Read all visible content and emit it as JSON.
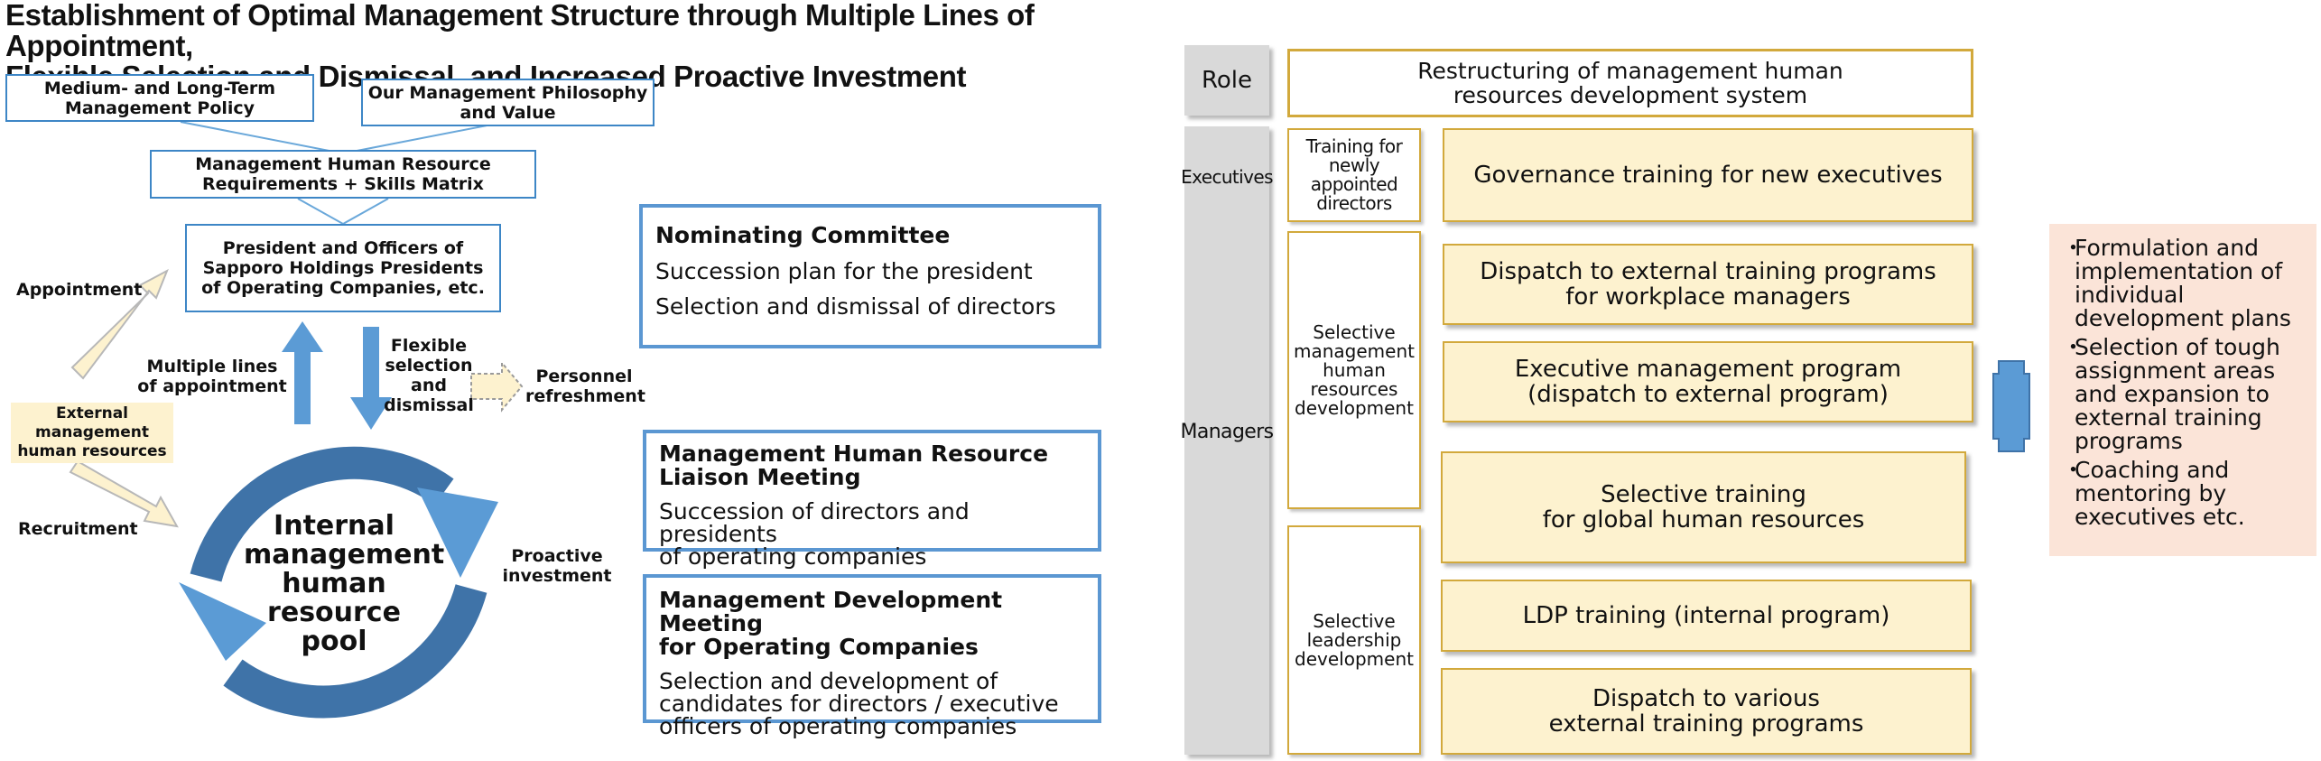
{
  "left": {
    "title": "Establishment of Optimal Management Structure through Multiple Lines of Appointment,\nFlexible Selection and Dismissal, and Increased Proactive Investment",
    "policy_box": "Medium- and Long-Term\nManagement Policy",
    "philosophy_box": "Our Management Philosophy\nand Value",
    "requirements_box": "Management Human Resource\nRequirements + Skills Matrix",
    "officers_box": "President and Officers of\nSapporo Holdings Presidents\nof Operating Companies, etc.",
    "appointment_label": "Appointment",
    "external_label": "External management\nhuman resources",
    "recruitment_label": "Recruitment",
    "multiple_lines_label": "Multiple lines\nof appointment",
    "flexible_label": "Flexible\nselection\nand\ndismissal",
    "personnel_label": "Personnel\nrefreshment",
    "pool_label": "Internal\nmanagement\nhuman\nresource\npool",
    "proactive_label": "Proactive\ninvestment",
    "panels": [
      {
        "heading": "Nominating Committee",
        "lines": [
          "Succession plan for the president",
          "Selection and dismissal of directors"
        ]
      },
      {
        "heading": "Management Human Resource\nLiaison Meeting",
        "lines": [
          "Succession of directors and presidents\nof operating companies"
        ]
      },
      {
        "heading": "Management Development Meeting\nfor Operating Companies",
        "lines": [
          "Selection and development of\ncandidates for directors / executive\nofficers of operating companies"
        ]
      }
    ],
    "colors": {
      "accent_blue": "#3d86c6",
      "arrow_blue": "#5b9bd5",
      "cream": "#fdf2cf"
    }
  },
  "right": {
    "role_label": "Role",
    "header_box": "Restructuring of management human\nresources development system",
    "executives_label": "Executives",
    "managers_label": "Managers",
    "categories": [
      "Training for\nnewly appointed\ndirectors",
      "Selective\nmanagement\nhuman\nresources\ndevelopment",
      "Selective\nleadership\ndevelopment"
    ],
    "programs": [
      "Governance training for new executives",
      "Dispatch to external training programs\nfor workplace managers",
      "Executive management program\n(dispatch to external program)",
      "Selective training\nfor global human resources",
      "LDP training (internal program)",
      "Dispatch to various\nexternal training programs"
    ],
    "notes": [
      "Formulation and\nimplementation of\nindividual\ndevelopment plans",
      "Selection of tough\nassignment areas\nand expansion to\nexternal training\nprograms",
      "Coaching and\nmentoring by\nexecutives etc."
    ],
    "bullet": "・",
    "colors": {
      "gold_border": "#d2a93c",
      "note_bg": "#fbe4d8",
      "side_gray": "#d9d9d9"
    }
  }
}
